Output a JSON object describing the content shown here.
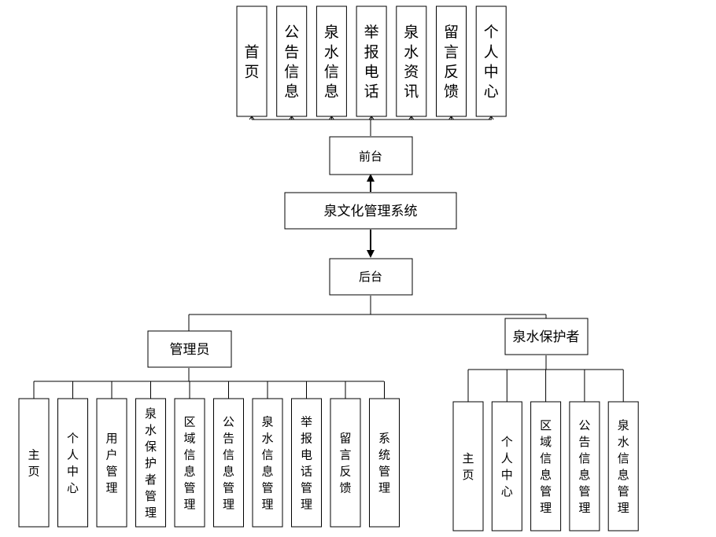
{
  "colors": {
    "stroke": "#000000",
    "fill": "#ffffff",
    "text": "#000000"
  },
  "root": {
    "label": "泉文化管理系统"
  },
  "frontend": {
    "label": "前台",
    "items": [
      "首页",
      "公告信息",
      "泉水信息",
      "举报电话",
      "泉水资讯",
      "留言反馈",
      "个人中心"
    ]
  },
  "backend": {
    "label": "后台",
    "admin": {
      "label": "管理员",
      "items": [
        "主页",
        "个人中心",
        "用户管理",
        "泉水保护者管理",
        "区域信息管理",
        "公告信息管理",
        "泉水信息管理",
        "举报电话管理",
        "留言反馈",
        "系统管理"
      ]
    },
    "protector": {
      "label": "泉水保护者",
      "items": [
        "主页",
        "个人中心",
        "区域信息管理",
        "公告信息管理",
        "泉水信息管理"
      ]
    }
  }
}
